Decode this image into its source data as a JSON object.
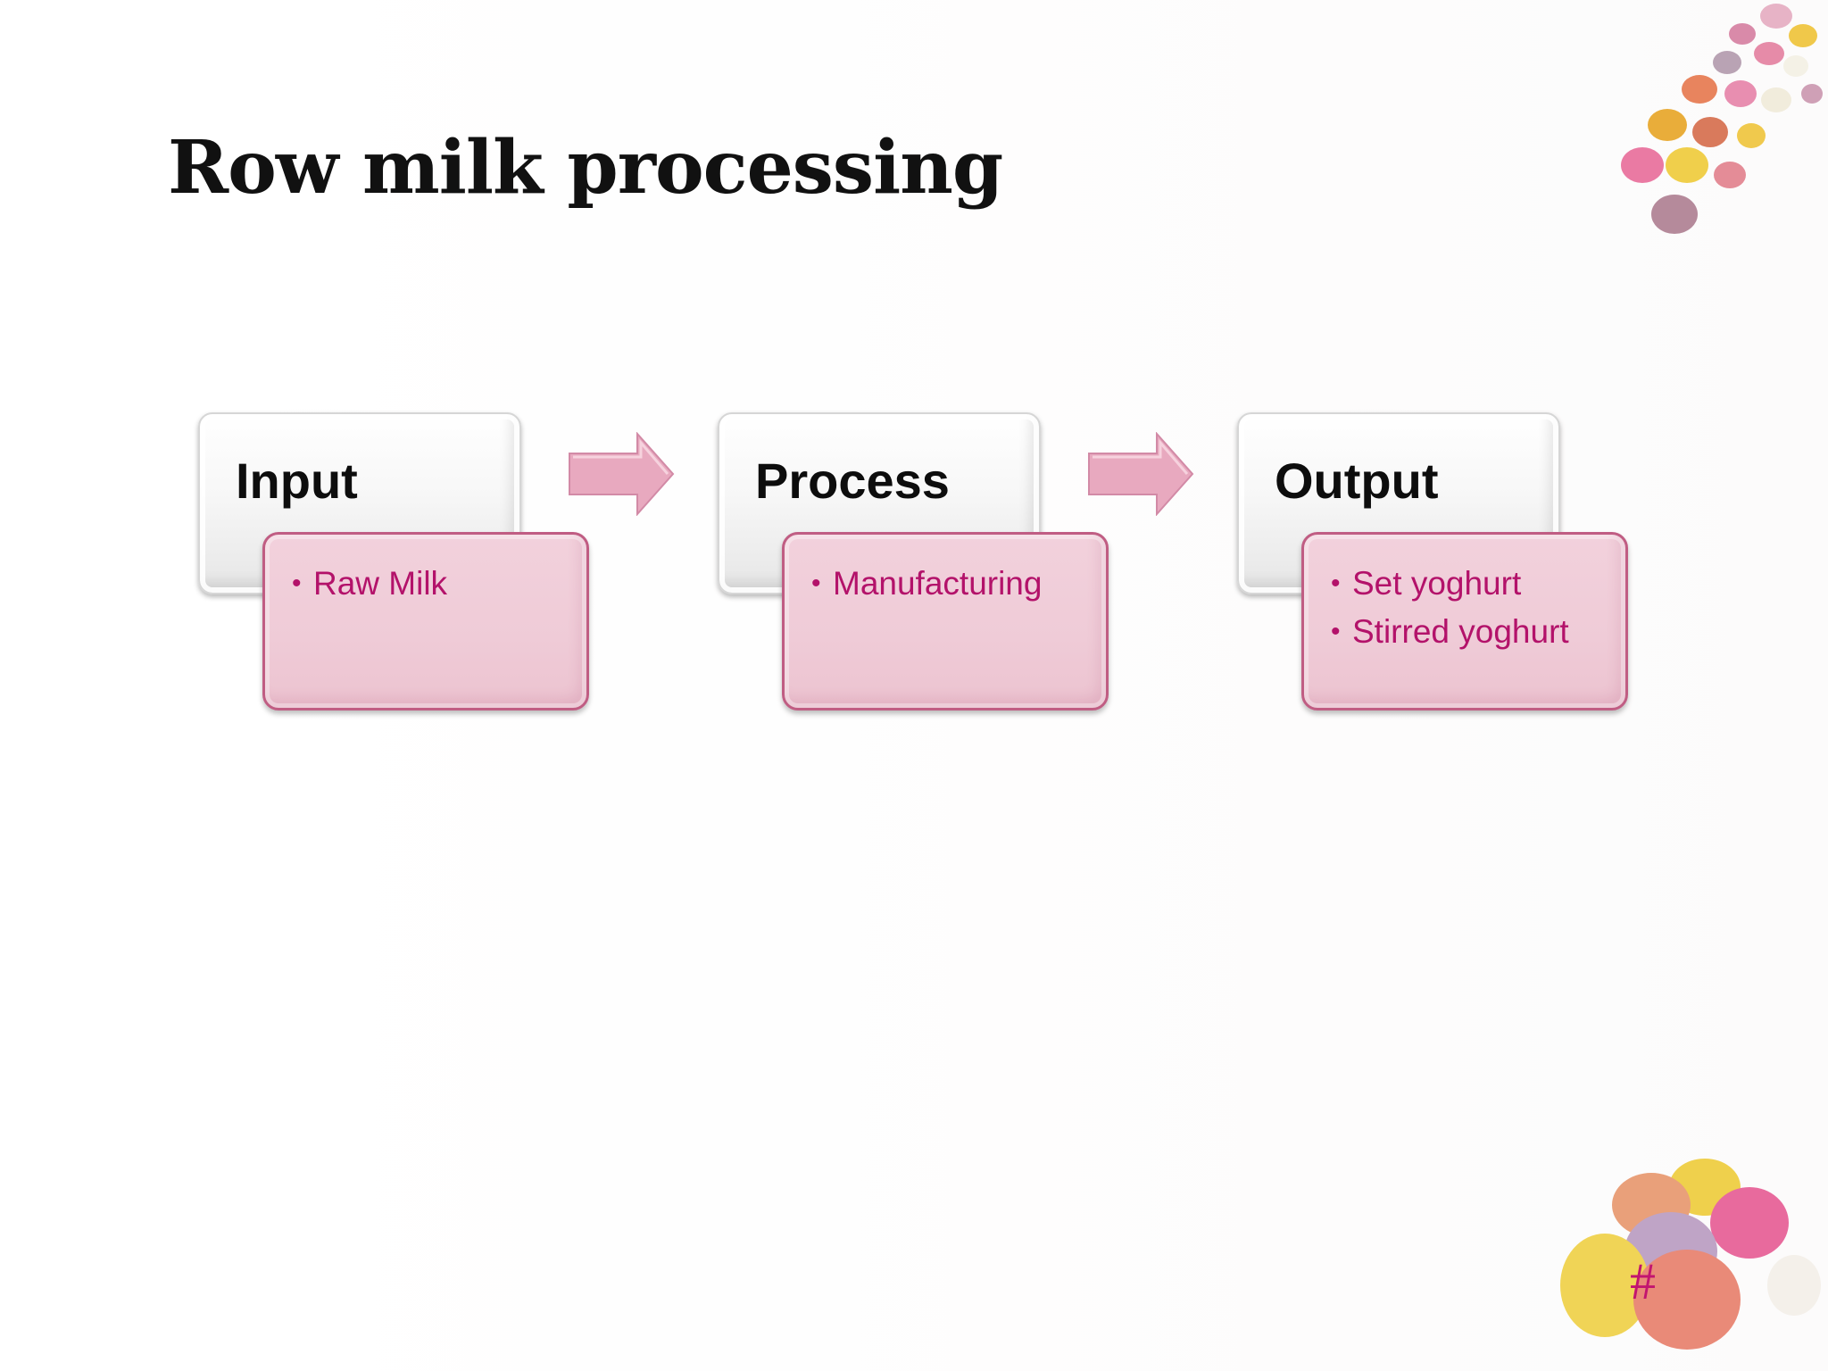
{
  "slide": {
    "title": "Row milk processing",
    "page_number": "#"
  },
  "diagram": {
    "steps": [
      {
        "heading": "Input",
        "items": [
          "Raw Milk"
        ]
      },
      {
        "heading": "Process",
        "items": [
          "Manufacturing"
        ]
      },
      {
        "heading": "Output",
        "items": [
          "Set yoghurt",
          "Stirred yoghurt"
        ]
      }
    ],
    "bullet": "•"
  },
  "colors": {
    "accent_text": "#b3126a",
    "detail_fill": "#efcbd7",
    "detail_border": "#c05d83",
    "arrow_fill": "#e8a9bf"
  },
  "icons": {
    "flow_arrow": "right-arrow-icon",
    "decoration": "candy-eggs-icon"
  }
}
